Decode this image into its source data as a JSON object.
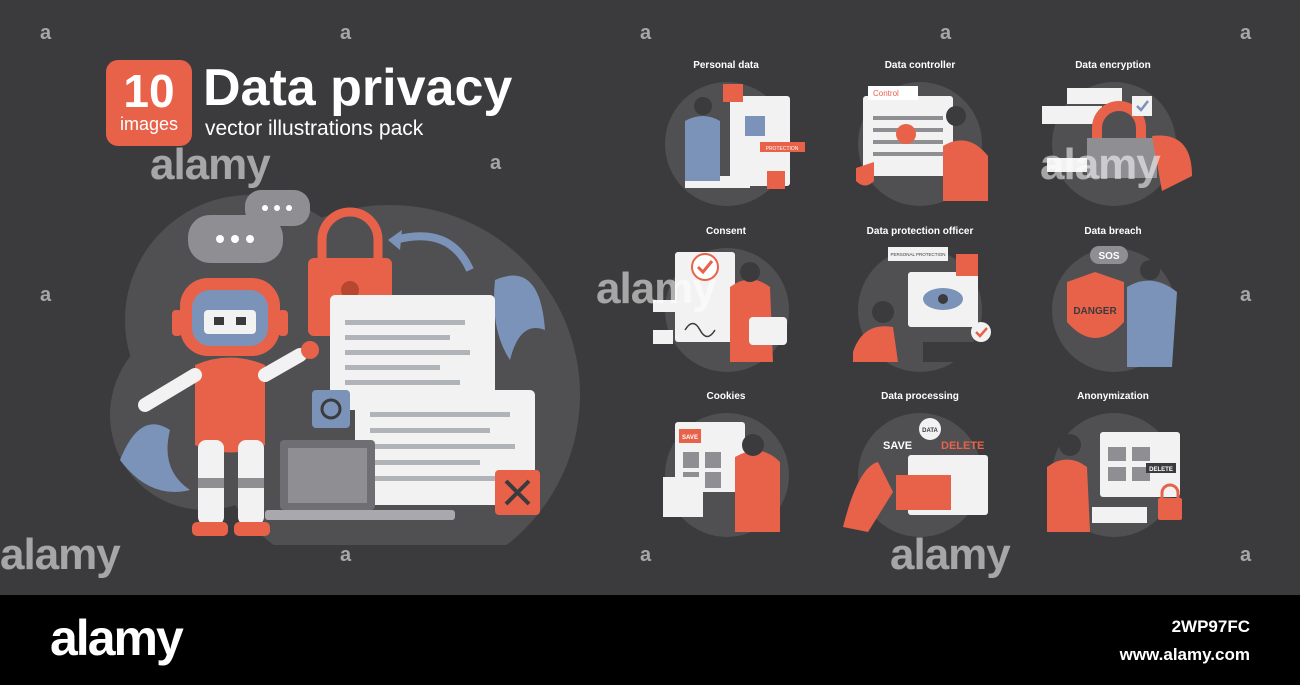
{
  "header": {
    "badge_number": "10",
    "badge_caption": "images",
    "title": "Data privacy",
    "subtitle": "vector illustrations pack"
  },
  "panels": [
    {
      "label": "Personal data"
    },
    {
      "label": "Data controller"
    },
    {
      "label": "Data encryption"
    },
    {
      "label": "Consent"
    },
    {
      "label": "Data protection officer"
    },
    {
      "label": "Data breach"
    },
    {
      "label": "Cookies"
    },
    {
      "label": "Data processing"
    },
    {
      "label": "Anonymization"
    }
  ],
  "hero": {
    "control_tag": "Control",
    "protection_tag": "PROTECTION",
    "personal_protection_tag": "PERSONAL PROTECTION",
    "sos_text": "SOS",
    "danger_text": "DANGER",
    "save_tag": "SAVE",
    "save_text": "SAVE",
    "delete_text": "DELETE",
    "data_text": "DATA",
    "delete_tag": "DELETE"
  },
  "watermark": {
    "text": "alamy",
    "letter": "a"
  },
  "footer": {
    "logo": "alamy",
    "image_id": "2WP97FC",
    "url": "www.alamy.com"
  },
  "colors": {
    "background": "#3b3b3d",
    "accent": "#e8624a",
    "blue": "#7b93b8",
    "footer": "#000000"
  }
}
